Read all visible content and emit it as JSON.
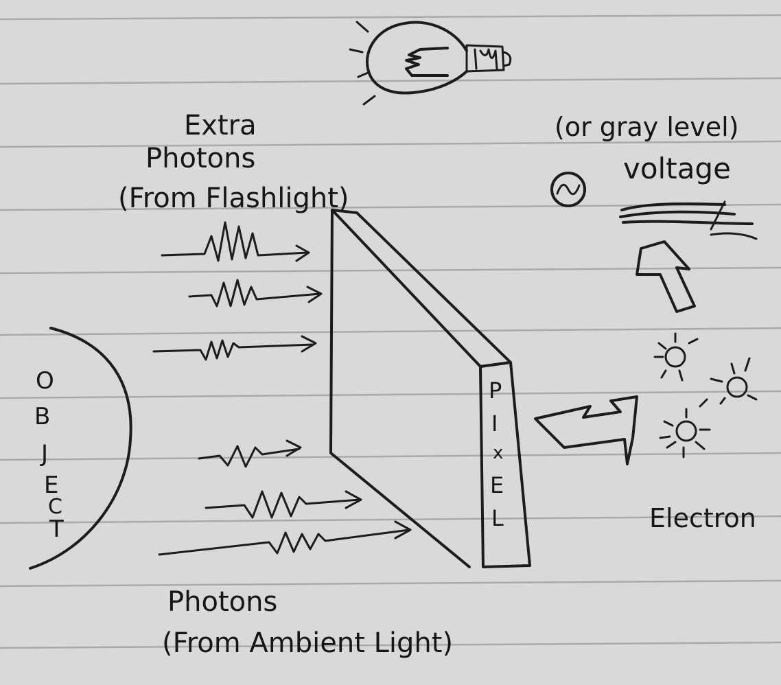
{
  "labels": {
    "extra_photons_line1": "Extra",
    "extra_photons_line2": "Photons",
    "extra_photons_line3": "(From Flashlight)",
    "ambient_line1": "Photons",
    "ambient_line2": "(From Ambient Light)",
    "gray_level": "(or gray level)",
    "voltage": "voltage",
    "electron": "Electron",
    "object_letters": [
      "O",
      "B",
      "J",
      "E",
      "C",
      "T"
    ],
    "pixel_letters": [
      "P",
      "I",
      "x",
      "E",
      "L"
    ]
  },
  "icons": {
    "bulb": "light-bulb-icon",
    "voltmeter": "ac-voltage-source-icon"
  },
  "colors": {
    "ink": "#1c1c1c",
    "paper": "#d9d9d9",
    "rule": "#a9a9ad"
  }
}
